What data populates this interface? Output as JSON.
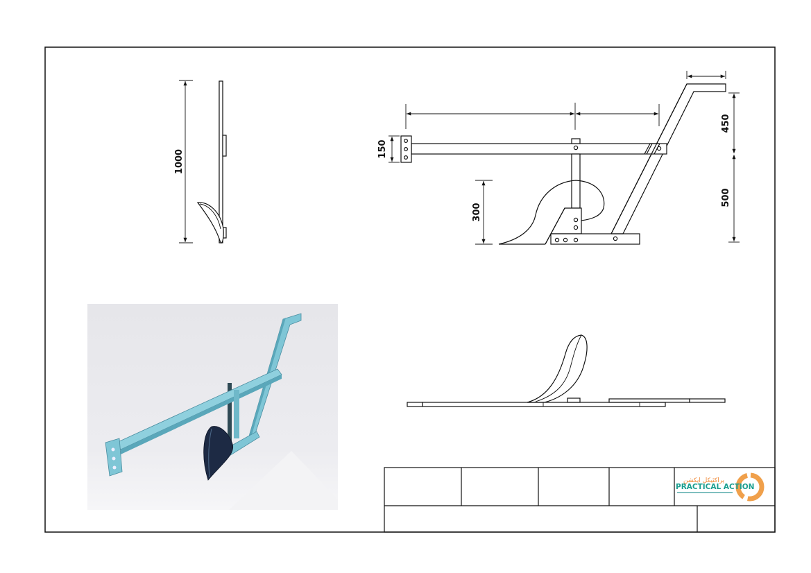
{
  "drawing": {
    "title": "Plough technical drawing",
    "dimensions": {
      "overall_height": "1000",
      "front_plate_height": "150",
      "share_height": "300",
      "handle_upper": "450",
      "handle_lower": "500"
    }
  },
  "title_block": {
    "logo": {
      "name": "PRACTICAL ACTION",
      "script_text": "پراکٹیکل ایکشن",
      "colors": {
        "text": "#1b9e8f",
        "ring": "#f0a04b"
      }
    }
  },
  "colors": {
    "line": "#111111",
    "render_steel": "#7fc6d6",
    "render_bg": "#e8e8ec"
  }
}
